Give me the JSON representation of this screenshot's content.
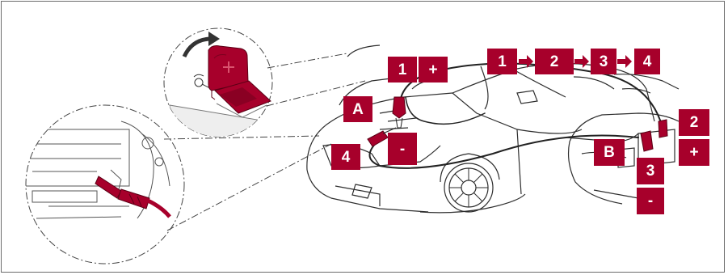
{
  "colors": {
    "accent": "#a7002b",
    "line": "#3a3a3a",
    "frame": "#6b6b6b"
  },
  "labels": {
    "car_a": "A",
    "car_b": "B",
    "step1": "1",
    "plus_a": "+",
    "step4_near_a": "4",
    "minus_a": "-",
    "plus_b": "+",
    "step2_near_b": "2",
    "step3_near_b": "3",
    "minus_b": "-"
  },
  "sequence": [
    "1",
    "2",
    "3",
    "4"
  ],
  "icons": [
    "clamp-icon",
    "battery-terminal-cover-icon",
    "arrow-right-icon"
  ]
}
